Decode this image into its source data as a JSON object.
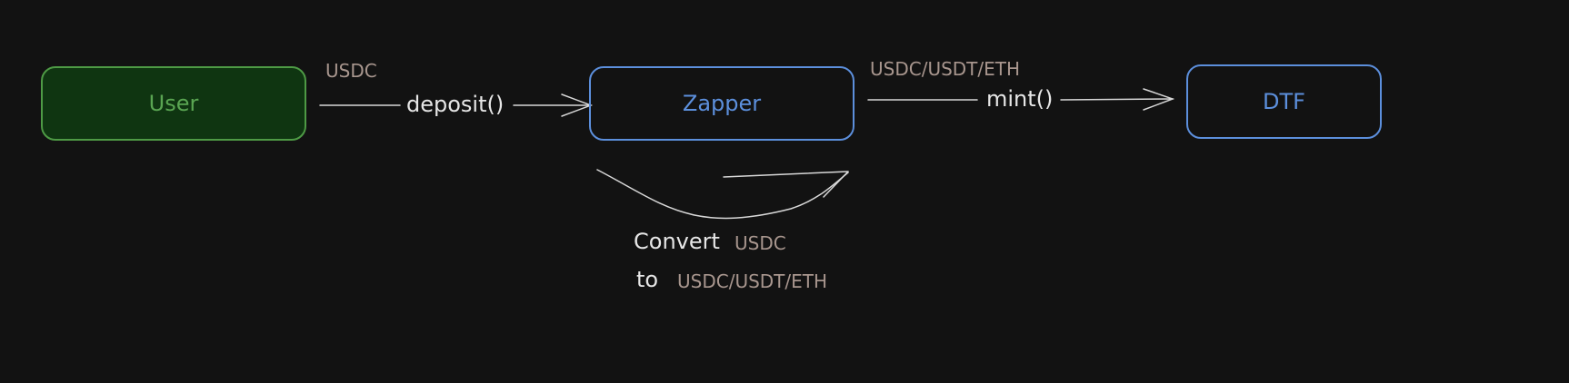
{
  "nodes": {
    "user": {
      "label": "User",
      "fill": "#0f3511",
      "stroke": "#4e9a45",
      "text_color": "#5aa552"
    },
    "zapper": {
      "label": "Zapper",
      "stroke": "#5c8fdc",
      "text_color": "#5c8fdc"
    },
    "dtf": {
      "label": "DTF",
      "stroke": "#5c8fdc",
      "text_color": "#5c8fdc"
    }
  },
  "edges": {
    "deposit": {
      "label": "deposit()",
      "token": "USDC"
    },
    "mint": {
      "label": "mint()",
      "token": "USDC/USDT/ETH"
    },
    "convert": {
      "label_1": "Convert",
      "token_1": "USDC",
      "label_2": "to",
      "token_2": "USDC/USDT/ETH"
    }
  }
}
